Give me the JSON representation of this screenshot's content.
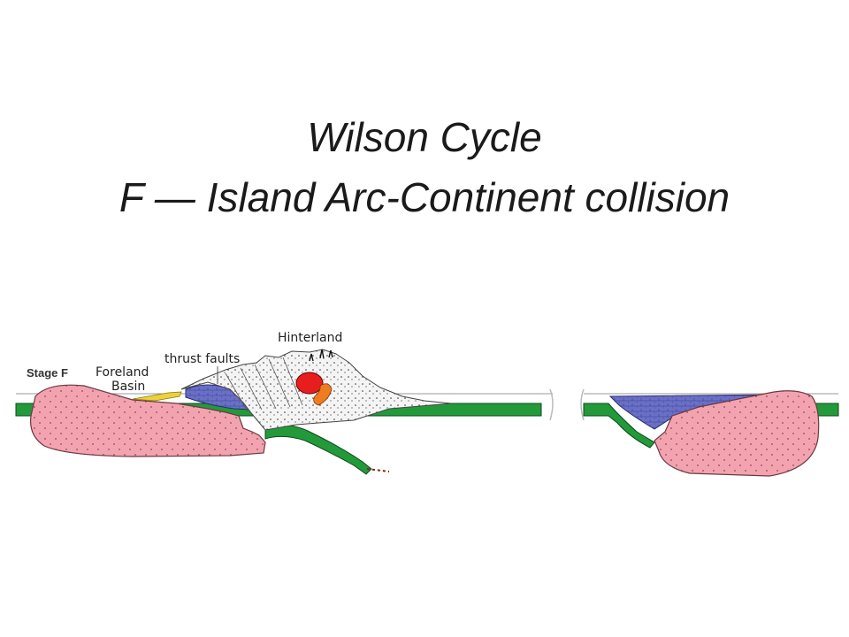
{
  "slide": {
    "title_line1": "Wilson Cycle",
    "title_line2": "F — Island Arc-Continent collision"
  },
  "diagram": {
    "labels": {
      "stage": "Stage F",
      "foreland": "Foreland",
      "basin": "Basin",
      "thrust_faults": "thrust faults",
      "hinterland": "Hinterland"
    },
    "colors": {
      "continental_crust": "#f3a3b0",
      "oceanic_crust": "#239a3a",
      "sediment_wedge": "#6a70c8",
      "foreland_basin_fill": "#ecd23a",
      "pluton": "#e81e1e",
      "volcanic": "#f07c22",
      "sea_level": "#9a9a9a"
    }
  }
}
